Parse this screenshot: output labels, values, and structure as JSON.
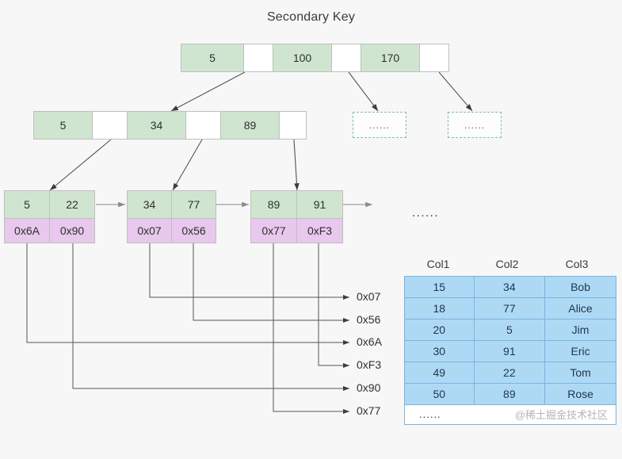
{
  "title": "Secondary Key",
  "colors": {
    "background": "#f7f7f7",
    "key_fill": "#cfe5cf",
    "pointer_fill": "#e8c8ec",
    "empty_fill": "#ffffff",
    "table_fill": "#aed9f5",
    "table_border": "#7ab3e0",
    "node_border": "#bfbfbf",
    "dash_border": "#7fbf9f",
    "connector": "#4a4a4a"
  },
  "root_node": {
    "label": "root-node",
    "cells": [
      {
        "text": "5",
        "type": "key"
      },
      {
        "text": "",
        "type": "pointer"
      },
      {
        "text": "100",
        "type": "key"
      },
      {
        "text": "",
        "type": "pointer"
      },
      {
        "text": "170",
        "type": "key"
      },
      {
        "text": "",
        "type": "pointer"
      }
    ]
  },
  "internal_node": {
    "label": "internal-node",
    "cells": [
      {
        "text": "5",
        "type": "key"
      },
      {
        "text": "",
        "type": "pointer"
      },
      {
        "text": "34",
        "type": "key"
      },
      {
        "text": "",
        "type": "pointer"
      },
      {
        "text": "89",
        "type": "key"
      },
      {
        "text": "",
        "type": "pointer"
      }
    ]
  },
  "placeholder_nodes": [
    {
      "text": "......"
    },
    {
      "text": "......"
    }
  ],
  "leaf_nodes": [
    {
      "keys": [
        "5",
        "22"
      ],
      "addresses": [
        "0x6A",
        "0x90"
      ]
    },
    {
      "keys": [
        "34",
        "77"
      ],
      "addresses": [
        "0x07",
        "0x56"
      ]
    },
    {
      "keys": [
        "89",
        "91"
      ],
      "addresses": [
        "0x77",
        "0xF3"
      ]
    }
  ],
  "leaf_ellipsis": "......",
  "address_labels": [
    "0x07",
    "0x56",
    "0x6A",
    "0xF3",
    "0x90",
    "0x77"
  ],
  "table": {
    "headers": [
      "Col1",
      "Col2",
      "Col3"
    ],
    "rows": [
      [
        "15",
        "34",
        "Bob"
      ],
      [
        "18",
        "77",
        "Alice"
      ],
      [
        "20",
        "5",
        "Jim"
      ],
      [
        "30",
        "91",
        "Eric"
      ],
      [
        "49",
        "22",
        "Tom"
      ],
      [
        "50",
        "89",
        "Rose"
      ]
    ],
    "footer_dots": "......",
    "watermark": "@稀土掘金技术社区"
  }
}
